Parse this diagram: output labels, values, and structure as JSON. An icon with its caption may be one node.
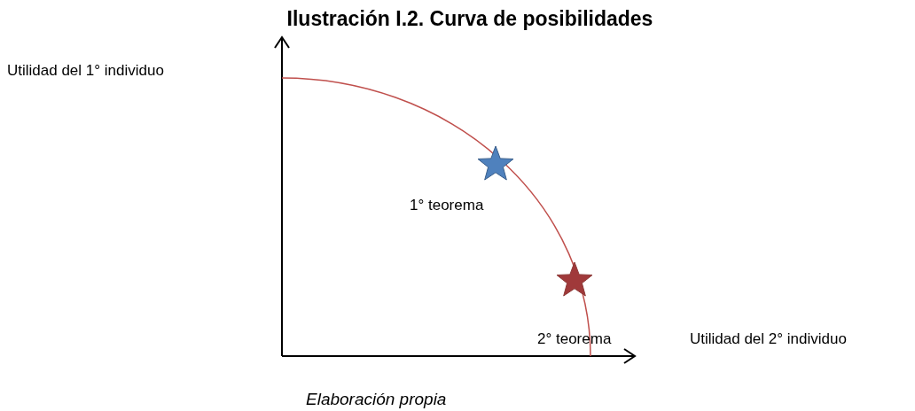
{
  "diagram": {
    "title": "Ilustración I.2. Curva de posibilidades",
    "caption": "Elaboración propia",
    "labels": [
      "Utilidad del 1° individuo",
      "1° teorema",
      "2° teorema",
      "Utilidad del 2° individuo"
    ]
  }
}
